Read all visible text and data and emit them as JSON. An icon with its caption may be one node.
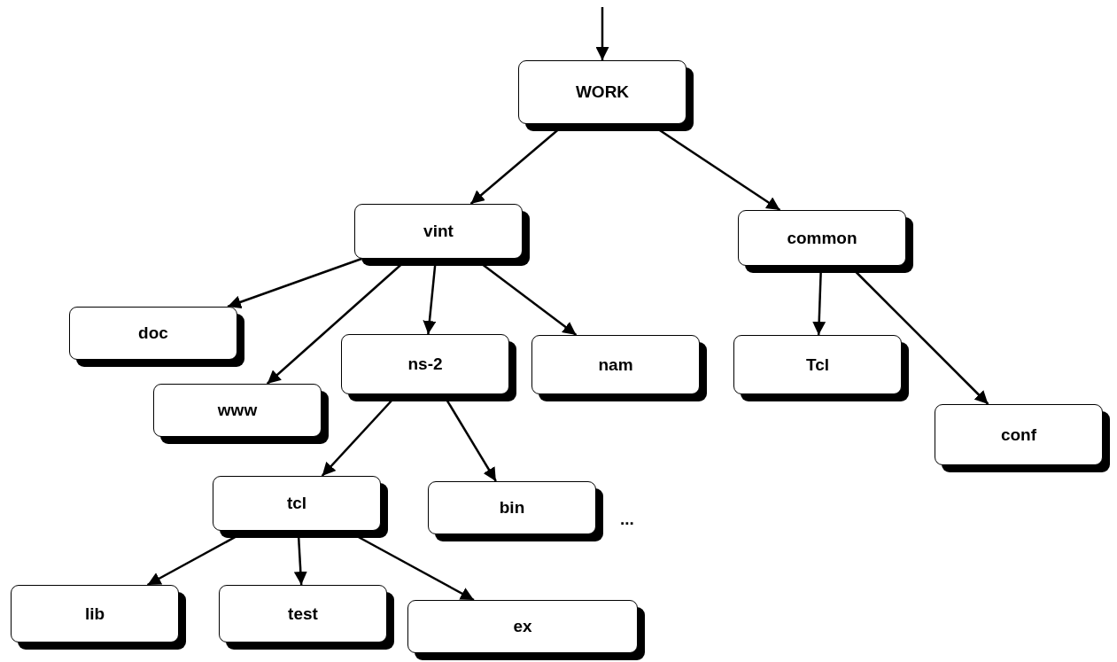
{
  "diagram": {
    "nodes": [
      {
        "text": [
          "WORK"
        ]
      },
      {
        "text": [
          "vint"
        ]
      },
      {
        "text": [
          "common"
        ]
      },
      {
        "text": [
          "doc"
        ]
      },
      {
        "text": [
          "www"
        ]
      },
      {
        "text": [
          "ns-2"
        ]
      },
      {
        "text": [
          "nam"
        ]
      },
      {
        "text": [
          "Tcl"
        ]
      },
      {
        "text": [
          "conf"
        ]
      },
      {
        "text": [
          "tcl"
        ]
      },
      {
        "text": [
          "bin"
        ]
      },
      {
        "text": [
          "lib"
        ]
      },
      {
        "text": [
          "test"
        ]
      },
      {
        "text": [
          "ex"
        ]
      }
    ],
    "edges": [
      {
        "from": null,
        "to": 0,
        "arrow": "to"
      },
      {
        "from": 0,
        "to": 1,
        "arrow": "to"
      },
      {
        "from": 0,
        "to": 2,
        "arrow": "to"
      },
      {
        "from": 1,
        "to": 3,
        "arrow": "to"
      },
      {
        "from": 1,
        "to": 4,
        "arrow": "to"
      },
      {
        "from": 1,
        "to": 5,
        "arrow": "to"
      },
      {
        "from": 1,
        "to": 6,
        "arrow": "to"
      },
      {
        "from": 2,
        "to": 7,
        "arrow": "to"
      },
      {
        "from": 2,
        "to": 8,
        "arrow": "to"
      },
      {
        "from": 5,
        "to": 9,
        "arrow": "to"
      },
      {
        "from": 5,
        "to": 10,
        "arrow": "to"
      },
      {
        "from": 9,
        "to": 11,
        "arrow": "to"
      },
      {
        "from": 9,
        "to": 12,
        "arrow": "to"
      },
      {
        "from": 9,
        "to": 13,
        "arrow": "to"
      }
    ],
    "labels": [
      "..."
    ]
  }
}
